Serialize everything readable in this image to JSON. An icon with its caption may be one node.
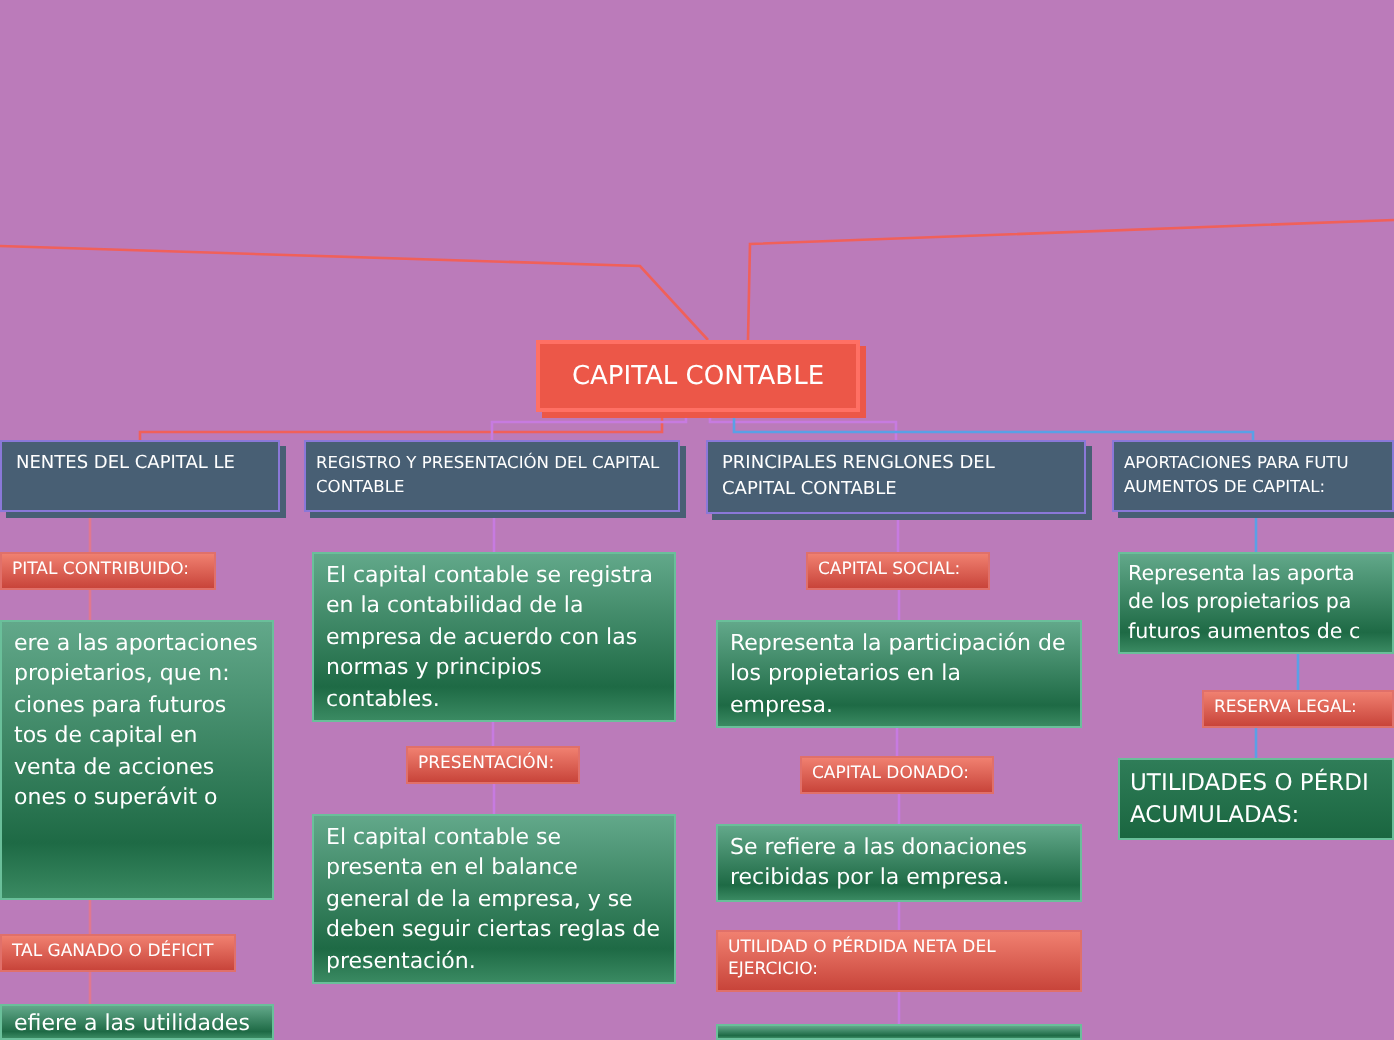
{
  "diagram": {
    "nodes": [
      {
        "text": [
          "CAPITAL CONTABLE"
        ]
      },
      {
        "text": [
          "NENTES DEL CAPITAL LE"
        ]
      },
      {
        "text": [
          "REGISTRO Y PRESENTACIÓN DEL CAPITAL CONTABLE"
        ]
      },
      {
        "text": [
          "PRINCIPALES RENGLONES DEL CAPITAL CONTABLE"
        ]
      },
      {
        "text": [
          "APORTACIONES PARA FUTU AUMENTOS DE CAPITAL:"
        ]
      },
      {
        "text": [
          "PITAL CONTRIBUIDO:"
        ]
      },
      {
        "text": [
          "ere a las aportaciones propietarios, que n: ciones para futuros tos de capital en venta de acciones ones o superávit o"
        ]
      },
      {
        "text": [
          "TAL GANADO O DÉFICIT"
        ]
      },
      {
        "text": [
          "efiere a las utilidades o"
        ]
      },
      {
        "text": [
          "El capital contable se registra en la contabilidad de la empresa de acuerdo con las normas y principios contables."
        ]
      },
      {
        "text": [
          "PRESENTACIÓN:"
        ]
      },
      {
        "text": [
          "El capital contable se presenta en el balance general de la empresa, y se deben seguir ciertas reglas de presentación."
        ]
      },
      {
        "text": [
          "CAPITAL SOCIAL:"
        ]
      },
      {
        "text": [
          "Representa la participación de los propietarios en la empresa."
        ]
      },
      {
        "text": [
          "CAPITAL DONADO:"
        ]
      },
      {
        "text": [
          "Se refiere a las donaciones recibidas por la empresa."
        ]
      },
      {
        "text": [
          "UTILIDAD O PÉRDIDA NETA DEL EJERCICIO:"
        ]
      },
      {
        "text": [],
        "shape": "box"
      },
      {
        "text": [
          "Representa las aporta de los propietarios pa futuros aumentos de c"
        ]
      },
      {
        "text": [
          "RESERVA LEGAL:"
        ]
      },
      {
        "text": [
          "UTILIDADES O PÉRDI ACUMULADAS:"
        ]
      }
    ],
    "edges": [
      {
        "from": 0,
        "to": null,
        "arrow": "none",
        "color": "#f0605a"
      },
      {
        "from": 0,
        "to": null,
        "arrow": "none",
        "color": "#f0605a"
      },
      {
        "from": 0,
        "to": 1,
        "arrow": "none",
        "color": "#f0605a"
      },
      {
        "from": 0,
        "to": 2,
        "arrow": "none"
      },
      {
        "from": 0,
        "to": 3,
        "arrow": "none"
      },
      {
        "from": 0,
        "to": 4,
        "arrow": "none",
        "color": "#5aa0e6"
      },
      {
        "from": 1,
        "to": 5,
        "arrow": "none",
        "color": "#e07890"
      },
      {
        "from": 5,
        "to": 6,
        "arrow": "none",
        "color": "#e07890"
      },
      {
        "from": 6,
        "to": 7,
        "arrow": "none",
        "color": "#e07890"
      },
      {
        "from": 7,
        "to": 8,
        "arrow": "none",
        "color": "#e07890"
      },
      {
        "from": 2,
        "to": 9,
        "arrow": "none"
      },
      {
        "from": 9,
        "to": 10,
        "arrow": "none"
      },
      {
        "from": 10,
        "to": 11,
        "arrow": "none"
      },
      {
        "from": 3,
        "to": 12,
        "arrow": "none"
      },
      {
        "from": 12,
        "to": 13,
        "arrow": "none"
      },
      {
        "from": 13,
        "to": 14,
        "arrow": "none"
      },
      {
        "from": 14,
        "to": 15,
        "arrow": "none"
      },
      {
        "from": 15,
        "to": 16,
        "arrow": "none"
      },
      {
        "from": 16,
        "to": 17,
        "arrow": "none"
      },
      {
        "from": 4,
        "to": 18,
        "arrow": "none",
        "color": "#5aa0e6"
      },
      {
        "from": 18,
        "to": 19,
        "arrow": "none",
        "color": "#5aa0e6"
      },
      {
        "from": 19,
        "to": 20,
        "arrow": "none",
        "color": "#5aa0e6"
      }
    ]
  }
}
